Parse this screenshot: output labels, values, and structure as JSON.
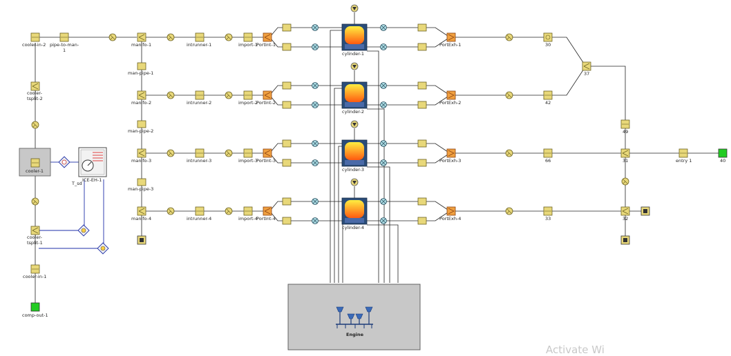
{
  "diagram": {
    "labels": {
      "cooler_in_2": "cooler-in-2",
      "pipe_to_man": "pipe-to-man-",
      "pipe_to_man_2": "1",
      "cooler_tsplit_2a": "cooler-",
      "cooler_tsplit_2b": "tsplit-2",
      "cooler_1": "cooler-1",
      "ice_eh": "ICE-EH-1",
      "t_sd": "T_sd",
      "cooler_tsplit_1a": "cooler-",
      "cooler_tsplit_1b": "tsplit-1",
      "cooler_in_1": "cooler-in-1",
      "comp_out_1": "comp-out-1",
      "manifold_1": "manifo-1",
      "manifold_2": "manifo-2",
      "manifold_3": "manifo-3",
      "manifold_4": "manifo-4",
      "man_pipe_1": "man-pipe-1",
      "man_pipe_2": "man-pipe-2",
      "man_pipe_3": "man-pipe-3",
      "intrunner_1": "intrunner-1",
      "intrunner_2": "intrunner-2",
      "intrunner_3": "intrunner-3",
      "intrunner_4": "intrunner-4",
      "import_1": "import-1",
      "import_2": "import-2",
      "import_3": "import-3",
      "import_4": "import-4",
      "portint_1": "PortInt-1",
      "portint_2": "PortInt-2",
      "portint_3": "PortInt-3",
      "portint_4": "PortInt-4",
      "cylinder_1": "cylinder-1",
      "cylinder_2": "cylinder-2",
      "cylinder_3": "cylinder-3",
      "cylinder_4": "cylinder-4",
      "portexh_1": "PortExh-1",
      "portexh_2": "PortExh-2",
      "portexh_3": "PortExh-3",
      "portexh_4": "PortExh-4",
      "n30": "30",
      "n42": "42",
      "n37": "37",
      "n49": "49",
      "n66": "66",
      "n31": "31",
      "n33": "33",
      "n32": "32",
      "entry_1": "entry 1",
      "n40": "40",
      "engine": "Engine",
      "watermark": "Activate Wi"
    },
    "colors": {
      "pipe_fill": "#e8d87a",
      "pipe_stroke": "#6a6020",
      "boundary_green": "#22cc22",
      "node_gray": "#c8c8c8",
      "control_wire": "#1e2fa8",
      "cylinder_dark": "#2a4c78",
      "flame_top": "#ffea30",
      "flame_bottom": "#ff6a10"
    }
  }
}
